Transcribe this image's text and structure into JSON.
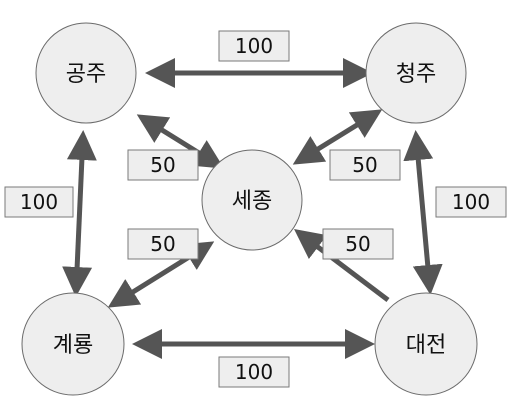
{
  "diagram": {
    "nodes": [
      {
        "id": "gongju",
        "label": "공주"
      },
      {
        "id": "cheongju",
        "label": "청주"
      },
      {
        "id": "sejong",
        "label": "세종"
      },
      {
        "id": "gyeryong",
        "label": "계룡"
      },
      {
        "id": "daejeon",
        "label": "대전"
      }
    ],
    "edges": [
      {
        "from": "gongju",
        "to": "cheongju",
        "label": "100",
        "bidirectional": true
      },
      {
        "from": "gongju",
        "to": "gyeryong",
        "label": "100",
        "bidirectional": true
      },
      {
        "from": "cheongju",
        "to": "daejeon",
        "label": "100",
        "bidirectional": true
      },
      {
        "from": "gyeryong",
        "to": "daejeon",
        "label": "100",
        "bidirectional": true
      },
      {
        "from": "sejong",
        "to": "gongju",
        "label": "50",
        "bidirectional": true
      },
      {
        "from": "sejong",
        "to": "cheongju",
        "label": "50",
        "bidirectional": true
      },
      {
        "from": "sejong",
        "to": "gyeryong",
        "label": "50",
        "bidirectional": true
      },
      {
        "from": "daejeon",
        "to": "sejong",
        "label": "50",
        "bidirectional": false
      }
    ],
    "colors": {
      "node_fill": "#eeeeee",
      "node_stroke": "#6b6b6b",
      "arrow": "#555555",
      "label_fill": "#eeeeee",
      "label_stroke": "#7a7a7a"
    }
  }
}
